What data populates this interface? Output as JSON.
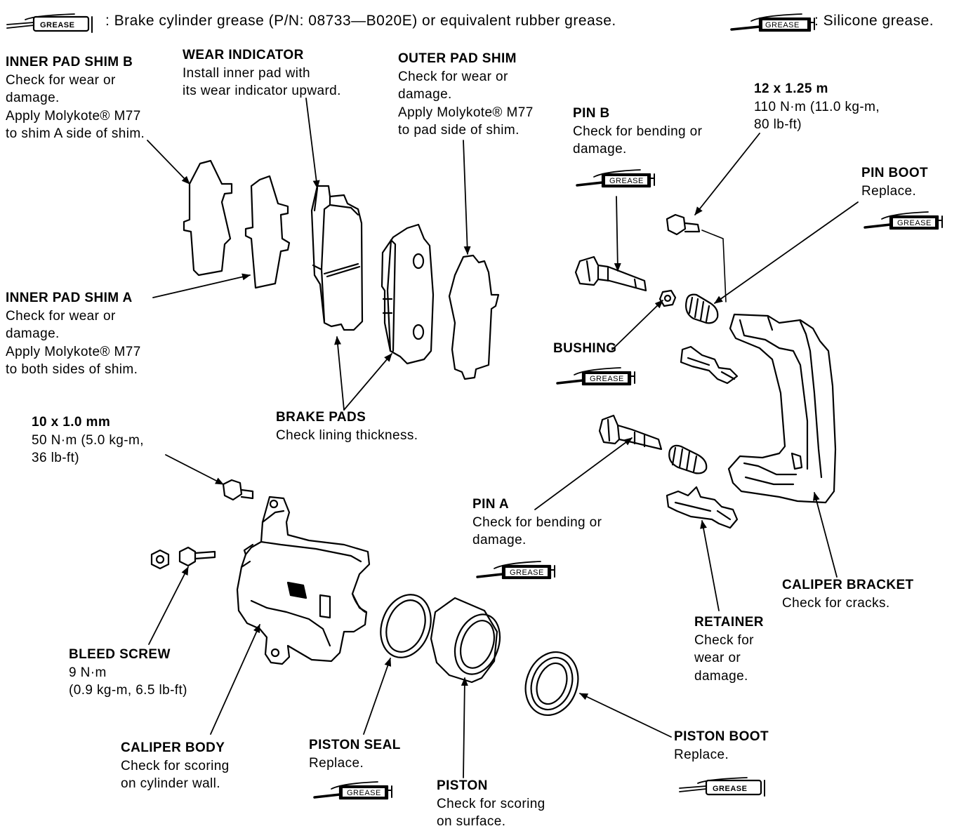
{
  "legend": {
    "brake_grease_icon": "brake-grease-tube-icon",
    "brake_grease_text": ": Brake cylinder grease (P/N: 08733—B020E) or equivalent rubber grease.",
    "silicone_grease_icon": "silicone-grease-tube-icon",
    "silicone_grease_text": ": Silicone grease."
  },
  "grease_word": "GREASE",
  "labels": {
    "inner_pad_shim_b": {
      "title": "INNER PAD SHIM B",
      "lines": [
        "Check for wear or",
        "damage.",
        "Apply Molykote®  M77",
        "to shim A side of shim."
      ]
    },
    "wear_indicator": {
      "title": "WEAR INDICATOR",
      "lines": [
        "Install inner pad with",
        "its wear indicator upward."
      ]
    },
    "outer_pad_shim": {
      "title": "OUTER PAD SHIM",
      "lines": [
        "Check for wear or",
        "damage.",
        "Apply Molykote®  M77",
        "to pad side of shim."
      ]
    },
    "pin_b": {
      "title": "PIN B",
      "lines": [
        "Check for bending or",
        "damage."
      ]
    },
    "bolt_12": {
      "title": "12 x 1.25 m",
      "lines": [
        "110 N·m (11.0 kg-m,",
        "80 lb-ft)"
      ]
    },
    "pin_boot": {
      "title": "PIN BOOT",
      "lines": [
        "Replace."
      ]
    },
    "inner_pad_shim_a": {
      "title": "INNER PAD SHIM A",
      "lines": [
        "Check for wear or",
        "damage.",
        "Apply Molykote®  M77",
        "to both sides of shim."
      ]
    },
    "bushing": {
      "title": "BUSHING",
      "lines": []
    },
    "brake_pads": {
      "title": "BRAKE PADS",
      "lines": [
        "Check lining thickness."
      ]
    },
    "bolt_10": {
      "title": "10 x 1.0 mm",
      "lines": [
        "50 N·m (5.0 kg-m,",
        "36 lb-ft)"
      ]
    },
    "pin_a": {
      "title": "PIN A",
      "lines": [
        "Check for bending or",
        "damage."
      ]
    },
    "caliper_bracket": {
      "title": "CALIPER BRACKET",
      "lines": [
        "Check for cracks."
      ]
    },
    "retainer": {
      "title": "RETAINER",
      "lines": [
        "Check for",
        "wear or",
        "damage."
      ]
    },
    "bleed_screw": {
      "title": "BLEED SCREW",
      "lines": [
        "9 N·m",
        "(0.9 kg-m, 6.5 lb-ft)"
      ]
    },
    "caliper_body": {
      "title": "CALIPER BODY",
      "lines": [
        "Check for scoring",
        "on cylinder wall."
      ]
    },
    "piston_seal": {
      "title": "PISTON SEAL",
      "lines": [
        "Replace."
      ]
    },
    "piston": {
      "title": "PISTON",
      "lines": [
        "Check for scoring",
        "on surface."
      ]
    },
    "piston_boot": {
      "title": "PISTON BOOT",
      "lines": [
        "Replace."
      ]
    }
  }
}
